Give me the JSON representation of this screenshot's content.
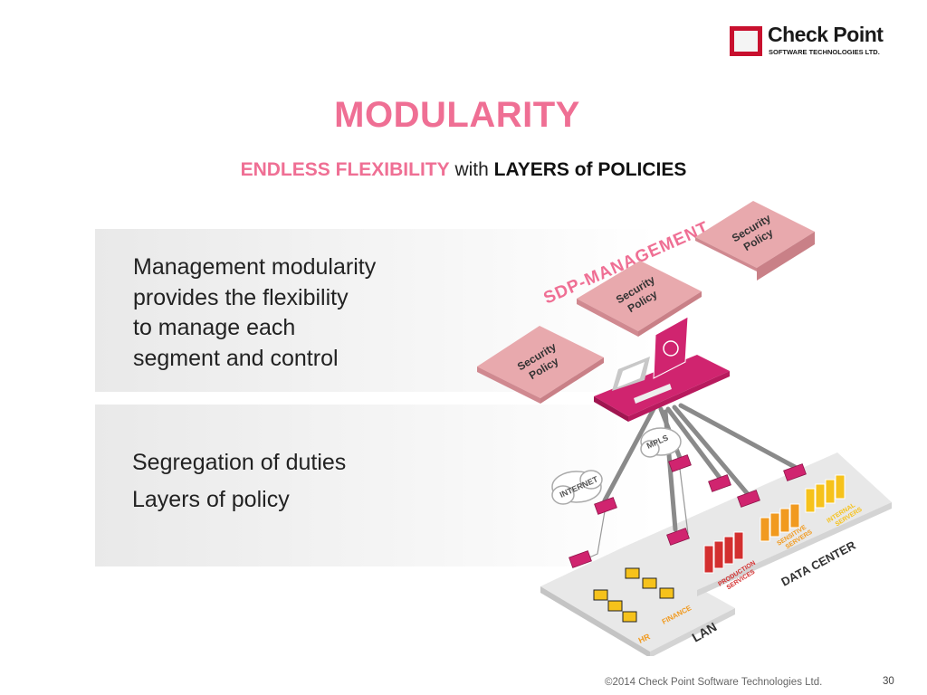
{
  "logo": {
    "name": "Check Point",
    "tagline": "SOFTWARE TECHNOLOGIES LTD."
  },
  "slide": {
    "title": "MODULARITY",
    "subtitle_part1": "ENDLESS FLEXIBILITY",
    "subtitle_part2": " with ",
    "subtitle_part3": "LAYERS of POLICIES"
  },
  "panel1": {
    "lines": [
      "Management modularity",
      "provides the flexibility",
      "to manage each",
      "segment and control"
    ]
  },
  "panel2": {
    "lines": [
      "Segregation of duties",
      "Layers of policy"
    ]
  },
  "diagram": {
    "policy_label_line1": "Security",
    "policy_label_line2": "Policy",
    "management_label": "SDP-MANAGEMENT",
    "internet_label": "INTERNET",
    "mpls_label": "MPLS",
    "lan_label": "LAN",
    "datacenter_label": "DATA CENTER",
    "hr_label": "HR",
    "finance_label": "FINANCE",
    "production_label": [
      "PRODUCTION",
      "SERVICES"
    ],
    "sensitive_label": [
      "SENSITIVE",
      "SERVERS"
    ],
    "internal_label": [
      "INTERNAL",
      "SERVERS"
    ],
    "colors": {
      "accent": "#ef6f94",
      "policy_fill": "#e8a9ad",
      "gateway": "#d0246f",
      "production": "#d32f2f",
      "sensitive": "#f19a1f",
      "internal": "#f6c21b"
    }
  },
  "footer": {
    "copyright": "©2014 Check Point Software Technologies Ltd.",
    "page": "30"
  }
}
